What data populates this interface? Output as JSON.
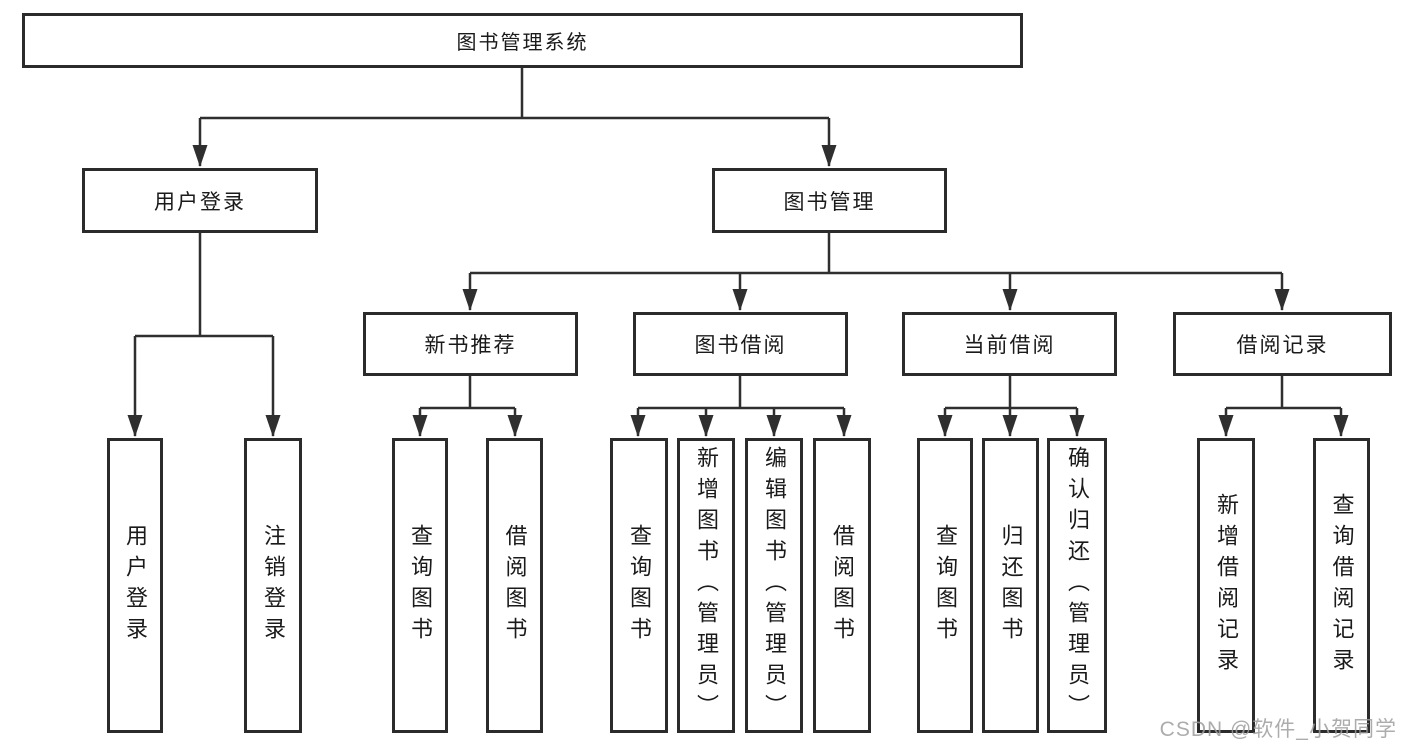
{
  "diagram": {
    "kind": "functional-structure-tree",
    "title": "图书管理系统"
  },
  "tree": {
    "label": "图书管理系统",
    "children": [
      {
        "label": "用户登录",
        "children": [
          {
            "label": "用户登录"
          },
          {
            "label": "注销登录"
          }
        ]
      },
      {
        "label": "图书管理",
        "children": [
          {
            "label": "新书推荐",
            "children": [
              {
                "label": "查询图书"
              },
              {
                "label": "借阅图书"
              }
            ]
          },
          {
            "label": "图书借阅",
            "children": [
              {
                "label": "查询图书"
              },
              {
                "label": "新增图书（管理员）"
              },
              {
                "label": "编辑图书（管理员）"
              },
              {
                "label": "借阅图书"
              }
            ]
          },
          {
            "label": "当前借阅",
            "children": [
              {
                "label": "查询图书"
              },
              {
                "label": "归还图书"
              },
              {
                "label": "确认归还（管理员）"
              }
            ]
          },
          {
            "label": "借阅记录",
            "children": [
              {
                "label": "新增借阅记录"
              },
              {
                "label": "查询借阅记录"
              }
            ]
          }
        ]
      }
    ]
  },
  "watermark": {
    "text": "CSDN @软件_小贺同学"
  },
  "colors": {
    "background": "#ffffff",
    "box_border": "#2b2b2b",
    "line": "#2f2f2f",
    "text": "#1a1a1a",
    "watermark": "#9e9e9e"
  }
}
